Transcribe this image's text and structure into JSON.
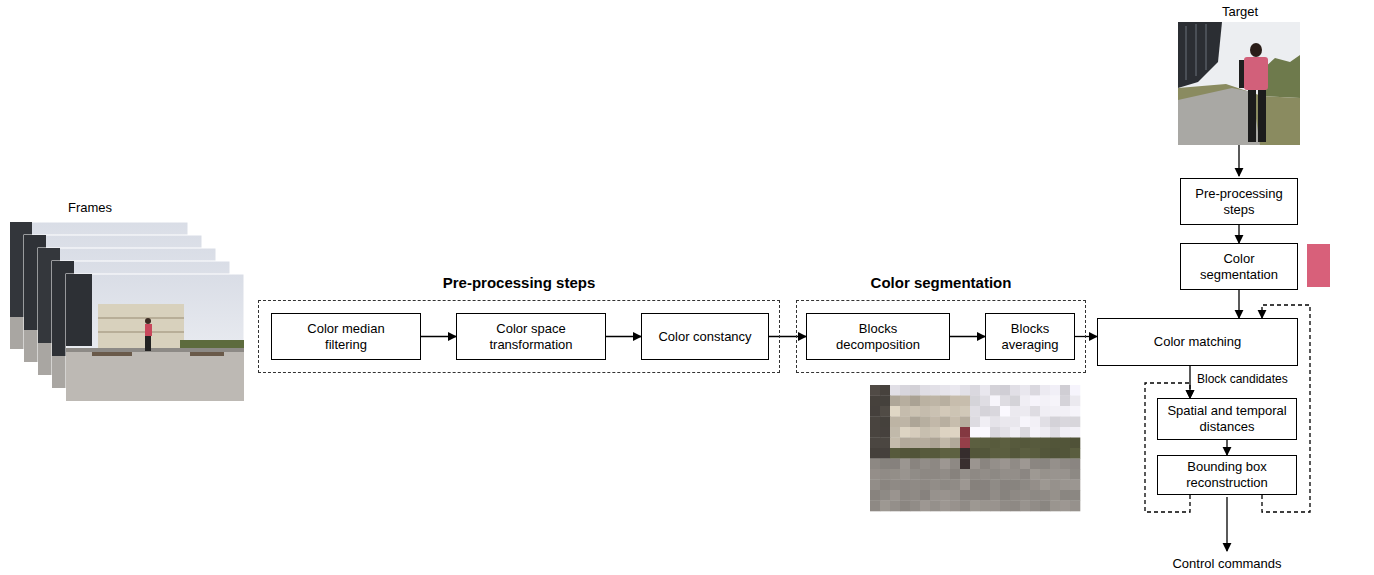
{
  "diagram": {
    "nodes": [
      {
        "text": [
          "Pre-processing steps"
        ]
      },
      {
        "text": [
          "Color median filtering"
        ],
        "in": 0
      },
      {
        "text": [
          "Color space transformation"
        ],
        "in": 0
      },
      {
        "text": [
          "Color constancy"
        ],
        "in": 0
      },
      {
        "text": [
          "Color segmentation"
        ]
      },
      {
        "text": [
          "Blocks decomposition"
        ],
        "in": 4
      },
      {
        "text": [
          "Blocks averaging"
        ],
        "in": 4
      },
      {
        "text": [
          "Pre-processing steps"
        ]
      },
      {
        "text": [
          "Color segmentation"
        ]
      },
      {
        "text": [
          "Color matching"
        ]
      },
      {
        "text": [
          "Spatial and temporal distances"
        ]
      },
      {
        "text": [
          "Bounding box reconstruction"
        ]
      }
    ],
    "edges": [
      {
        "from": 1,
        "to": 2,
        "arrow": "to"
      },
      {
        "from": 2,
        "to": 3,
        "arrow": "to"
      },
      {
        "from": 3,
        "to": 5,
        "arrow": "to"
      },
      {
        "from": 5,
        "to": 6,
        "arrow": "to"
      },
      {
        "from": 6,
        "to": 9,
        "arrow": "to"
      },
      {
        "from": 7,
        "to": 8,
        "arrow": "to"
      },
      {
        "from": 8,
        "to": 9,
        "arrow": "to"
      },
      {
        "from": 9,
        "to": 10,
        "label": "Block candidates",
        "arrow": "to"
      },
      {
        "from": 10,
        "to": 11,
        "arrow": "to"
      },
      {
        "from": 11,
        "to": 10,
        "arrow": "to"
      },
      {
        "from": 11,
        "to": 9,
        "arrow": "to"
      }
    ],
    "labels": [
      "Frames",
      "Target",
      "Control commands"
    ]
  }
}
